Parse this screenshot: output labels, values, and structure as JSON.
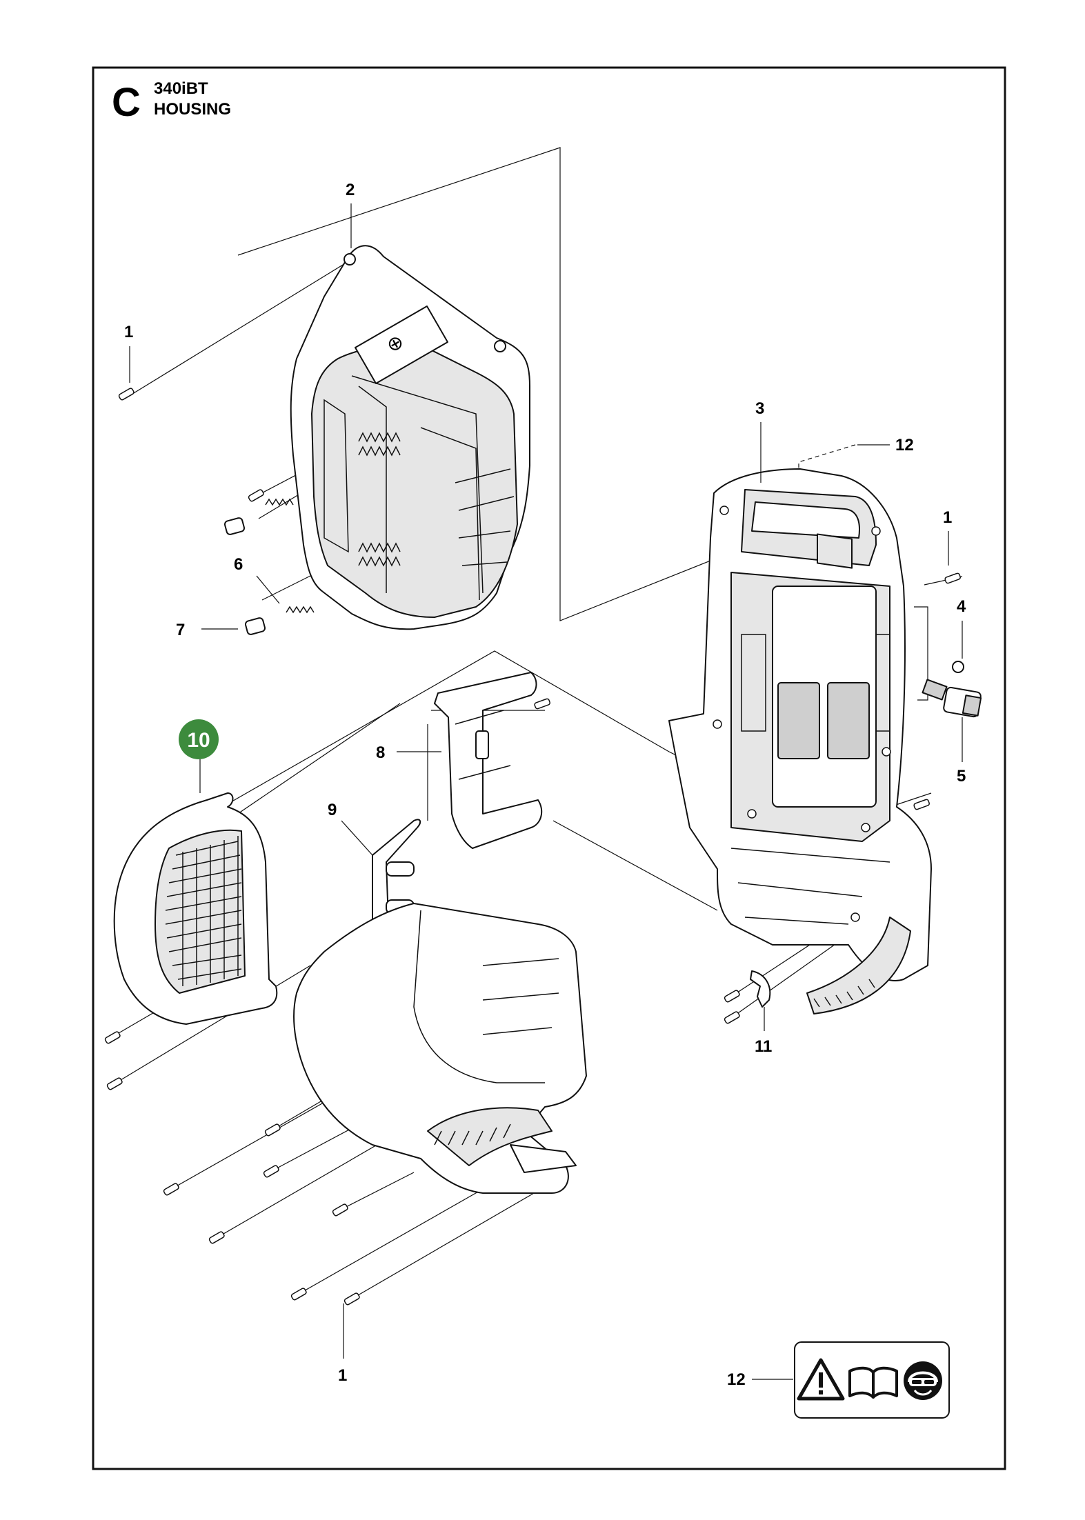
{
  "header": {
    "section_letter": "C",
    "model": "340iBT",
    "section_title": "HOUSING"
  },
  "callouts": {
    "c1_top": "1",
    "c2": "2",
    "c3": "3",
    "c12_label": "12",
    "c1_right": "1",
    "c4": "4",
    "c5": "5",
    "c6": "6",
    "c7": "7",
    "c8": "8",
    "c9": "9",
    "c10": "10",
    "c11": "11",
    "c1_bottom": "1",
    "c12_symbols": "12"
  },
  "highlight": {
    "color": "#3d8b3d",
    "item": "10"
  },
  "symbols": {
    "warning": "warning-triangle-icon",
    "manual": "read-manual-icon",
    "protection": "eye-ear-protection-icon"
  }
}
